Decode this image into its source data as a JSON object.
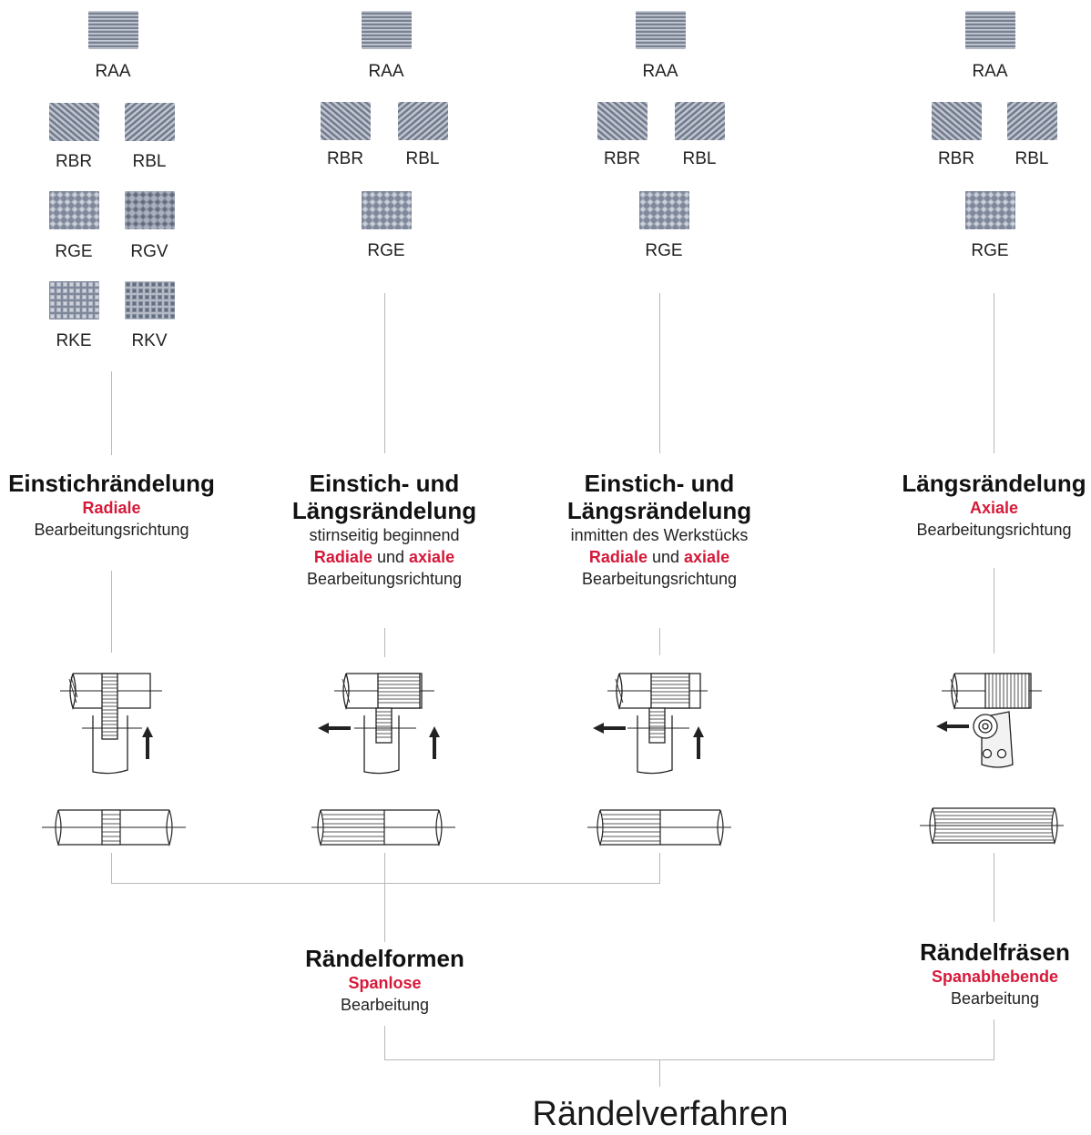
{
  "colors": {
    "accent": "#d6193a",
    "line": "#b8b8b8",
    "texture": "#8c95a6"
  },
  "columns": [
    {
      "title_lines": [
        "Einstichrändelung"
      ],
      "desc": [
        {
          "highlight": "Radiale"
        },
        {
          "text": "Bearbeitungsrichtung"
        }
      ],
      "patterns": [
        [
          "RAA"
        ],
        [
          "RBR",
          "RBL"
        ],
        [
          "RGE",
          "RGV"
        ],
        [
          "RKE",
          "RKV"
        ]
      ]
    },
    {
      "title_lines": [
        "Einstich- und",
        "Längsrändelung"
      ],
      "desc": [
        {
          "text": "stirnseitig beginnend"
        },
        {
          "highlight": "Radiale",
          "joiner": "und",
          "highlight2": "axiale"
        },
        {
          "text": "Bearbeitungsrichtung"
        }
      ],
      "patterns": [
        [
          "RAA"
        ],
        [
          "RBR",
          "RBL"
        ],
        [
          "RGE"
        ]
      ]
    },
    {
      "title_lines": [
        "Einstich- und",
        "Längsrändelung"
      ],
      "desc": [
        {
          "text": "inmitten des Werkstücks"
        },
        {
          "highlight": "Radiale",
          "joiner": "und",
          "highlight2": "axiale"
        },
        {
          "text": "Bearbeitungsrichtung"
        }
      ],
      "patterns": [
        [
          "RAA"
        ],
        [
          "RBR",
          "RBL"
        ],
        [
          "RGE"
        ]
      ]
    },
    {
      "title_lines": [
        "Längsrändelung"
      ],
      "desc": [
        {
          "highlight": "Axiale"
        },
        {
          "text": "Bearbeitungsrichtung"
        }
      ],
      "patterns": [
        [
          "RAA"
        ],
        [
          "RBR",
          "RBL"
        ],
        [
          "RGE"
        ]
      ]
    }
  ],
  "groups": {
    "formen": {
      "title": "Rändelformen",
      "highlight": "Spanlose",
      "text": "Bearbeitung"
    },
    "fraesen": {
      "title": "Rändelfräsen",
      "highlight": "Spanabhebende",
      "text": "Bearbeitung"
    }
  },
  "root": {
    "title": "Rändelverfahren"
  }
}
